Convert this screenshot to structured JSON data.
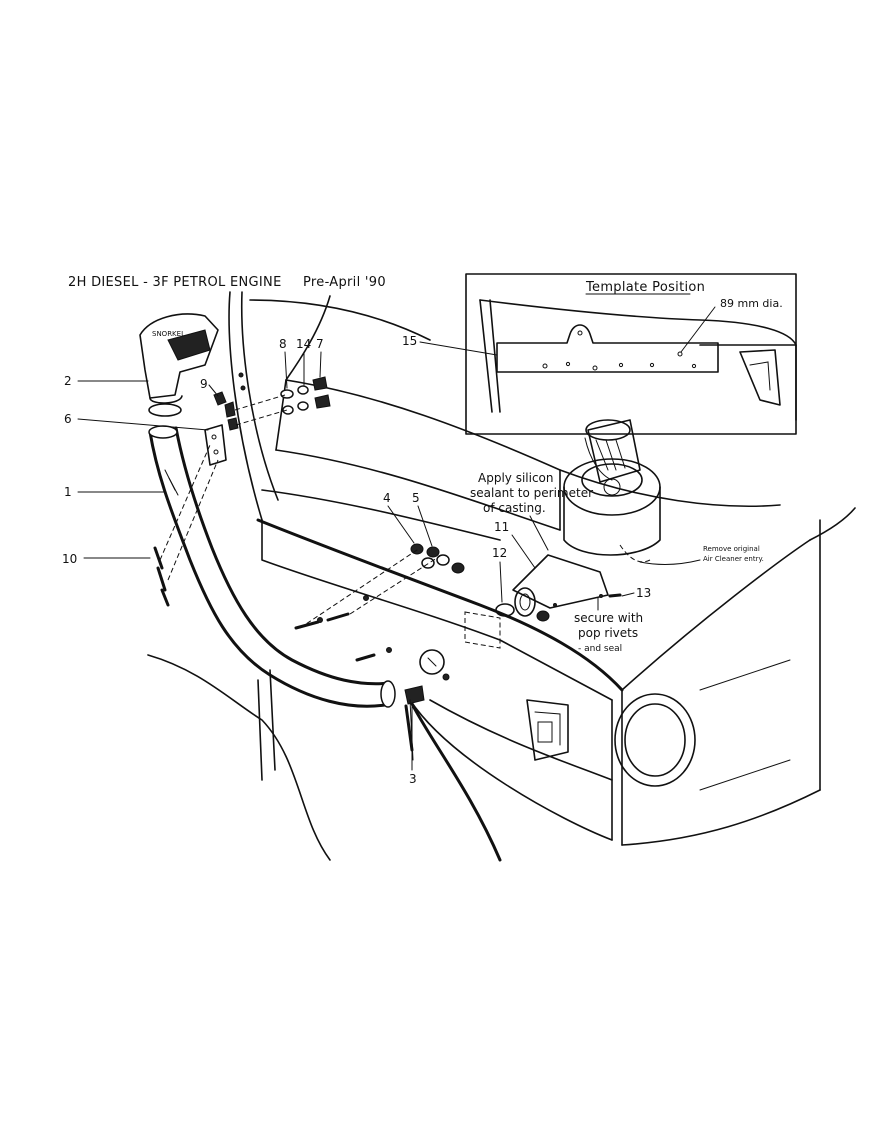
{
  "diagram": {
    "title_engine": "2H DIESEL - 3F PETROL ENGINE",
    "title_date": "Pre-April '90",
    "template_box": {
      "heading": "Template Position",
      "dia_note": "89 mm dia."
    },
    "notes": {
      "silicon_line1": "Apply silicon",
      "silicon_line2": "sealant to perimeter",
      "silicon_line3": "of casting.",
      "rivet_line1": "secure with",
      "rivet_line2": "pop rivets",
      "rivet_line3": "- and seal",
      "remove_line1": "Remove original",
      "remove_line2": "Air Cleaner entry."
    },
    "callouts": {
      "c1": "1",
      "c2": "2",
      "c3": "3",
      "c4": "4",
      "c5": "5",
      "c6": "6",
      "c7": "7",
      "c8": "8",
      "c9": "9",
      "c10": "10",
      "c11": "11",
      "c12": "12",
      "c13": "13",
      "c14": "14",
      "c15": "15"
    }
  }
}
